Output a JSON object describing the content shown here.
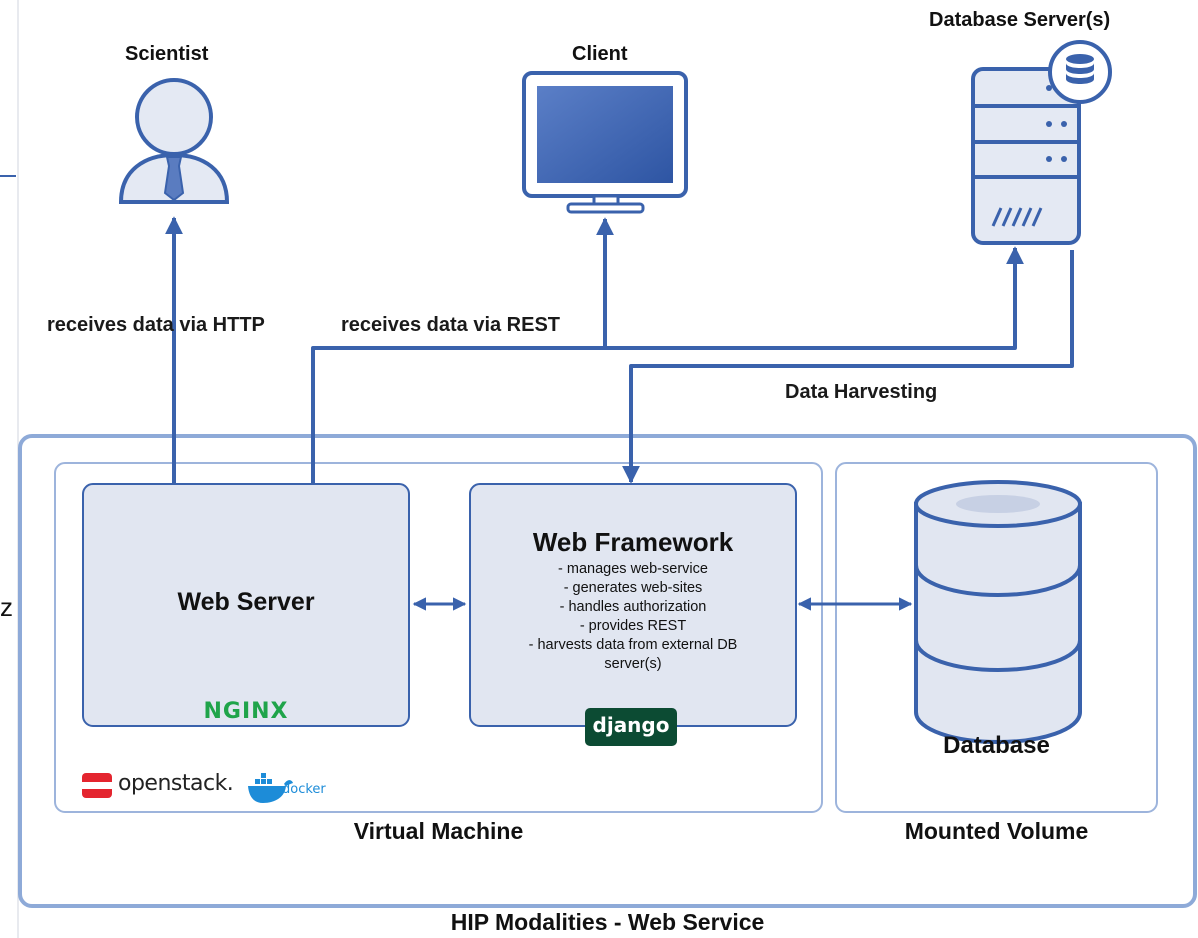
{
  "actors": {
    "scientist": "Scientist",
    "client": "Client",
    "db_servers": "Database Server(s)"
  },
  "connections": {
    "http": "receives data via HTTP",
    "rest": "receives data via REST",
    "harvest": "Data Harvesting"
  },
  "web_server": {
    "title": "Web Server",
    "logo": "NGINX"
  },
  "web_framework": {
    "title": "Web Framework",
    "features": [
      "- manages web-service",
      "- generates web-sites",
      "- handles authorization",
      "- provides REST",
      "- harvests data from external DB",
      "server(s)"
    ],
    "logo": "django"
  },
  "database": {
    "label": "Database"
  },
  "virtual_machine": {
    "label": "Virtual Machine",
    "logos": [
      "openstack.",
      "docker"
    ]
  },
  "mounted_volume": {
    "label": "Mounted Volume"
  },
  "service": {
    "label": "HIP Modalities - Web Service"
  },
  "colors": {
    "blue": "#3A62AC",
    "box_fill": "#E1E6F1",
    "frame": "#8EAAD8",
    "nginx": "#1FA44A",
    "django": "#0C4B33"
  }
}
